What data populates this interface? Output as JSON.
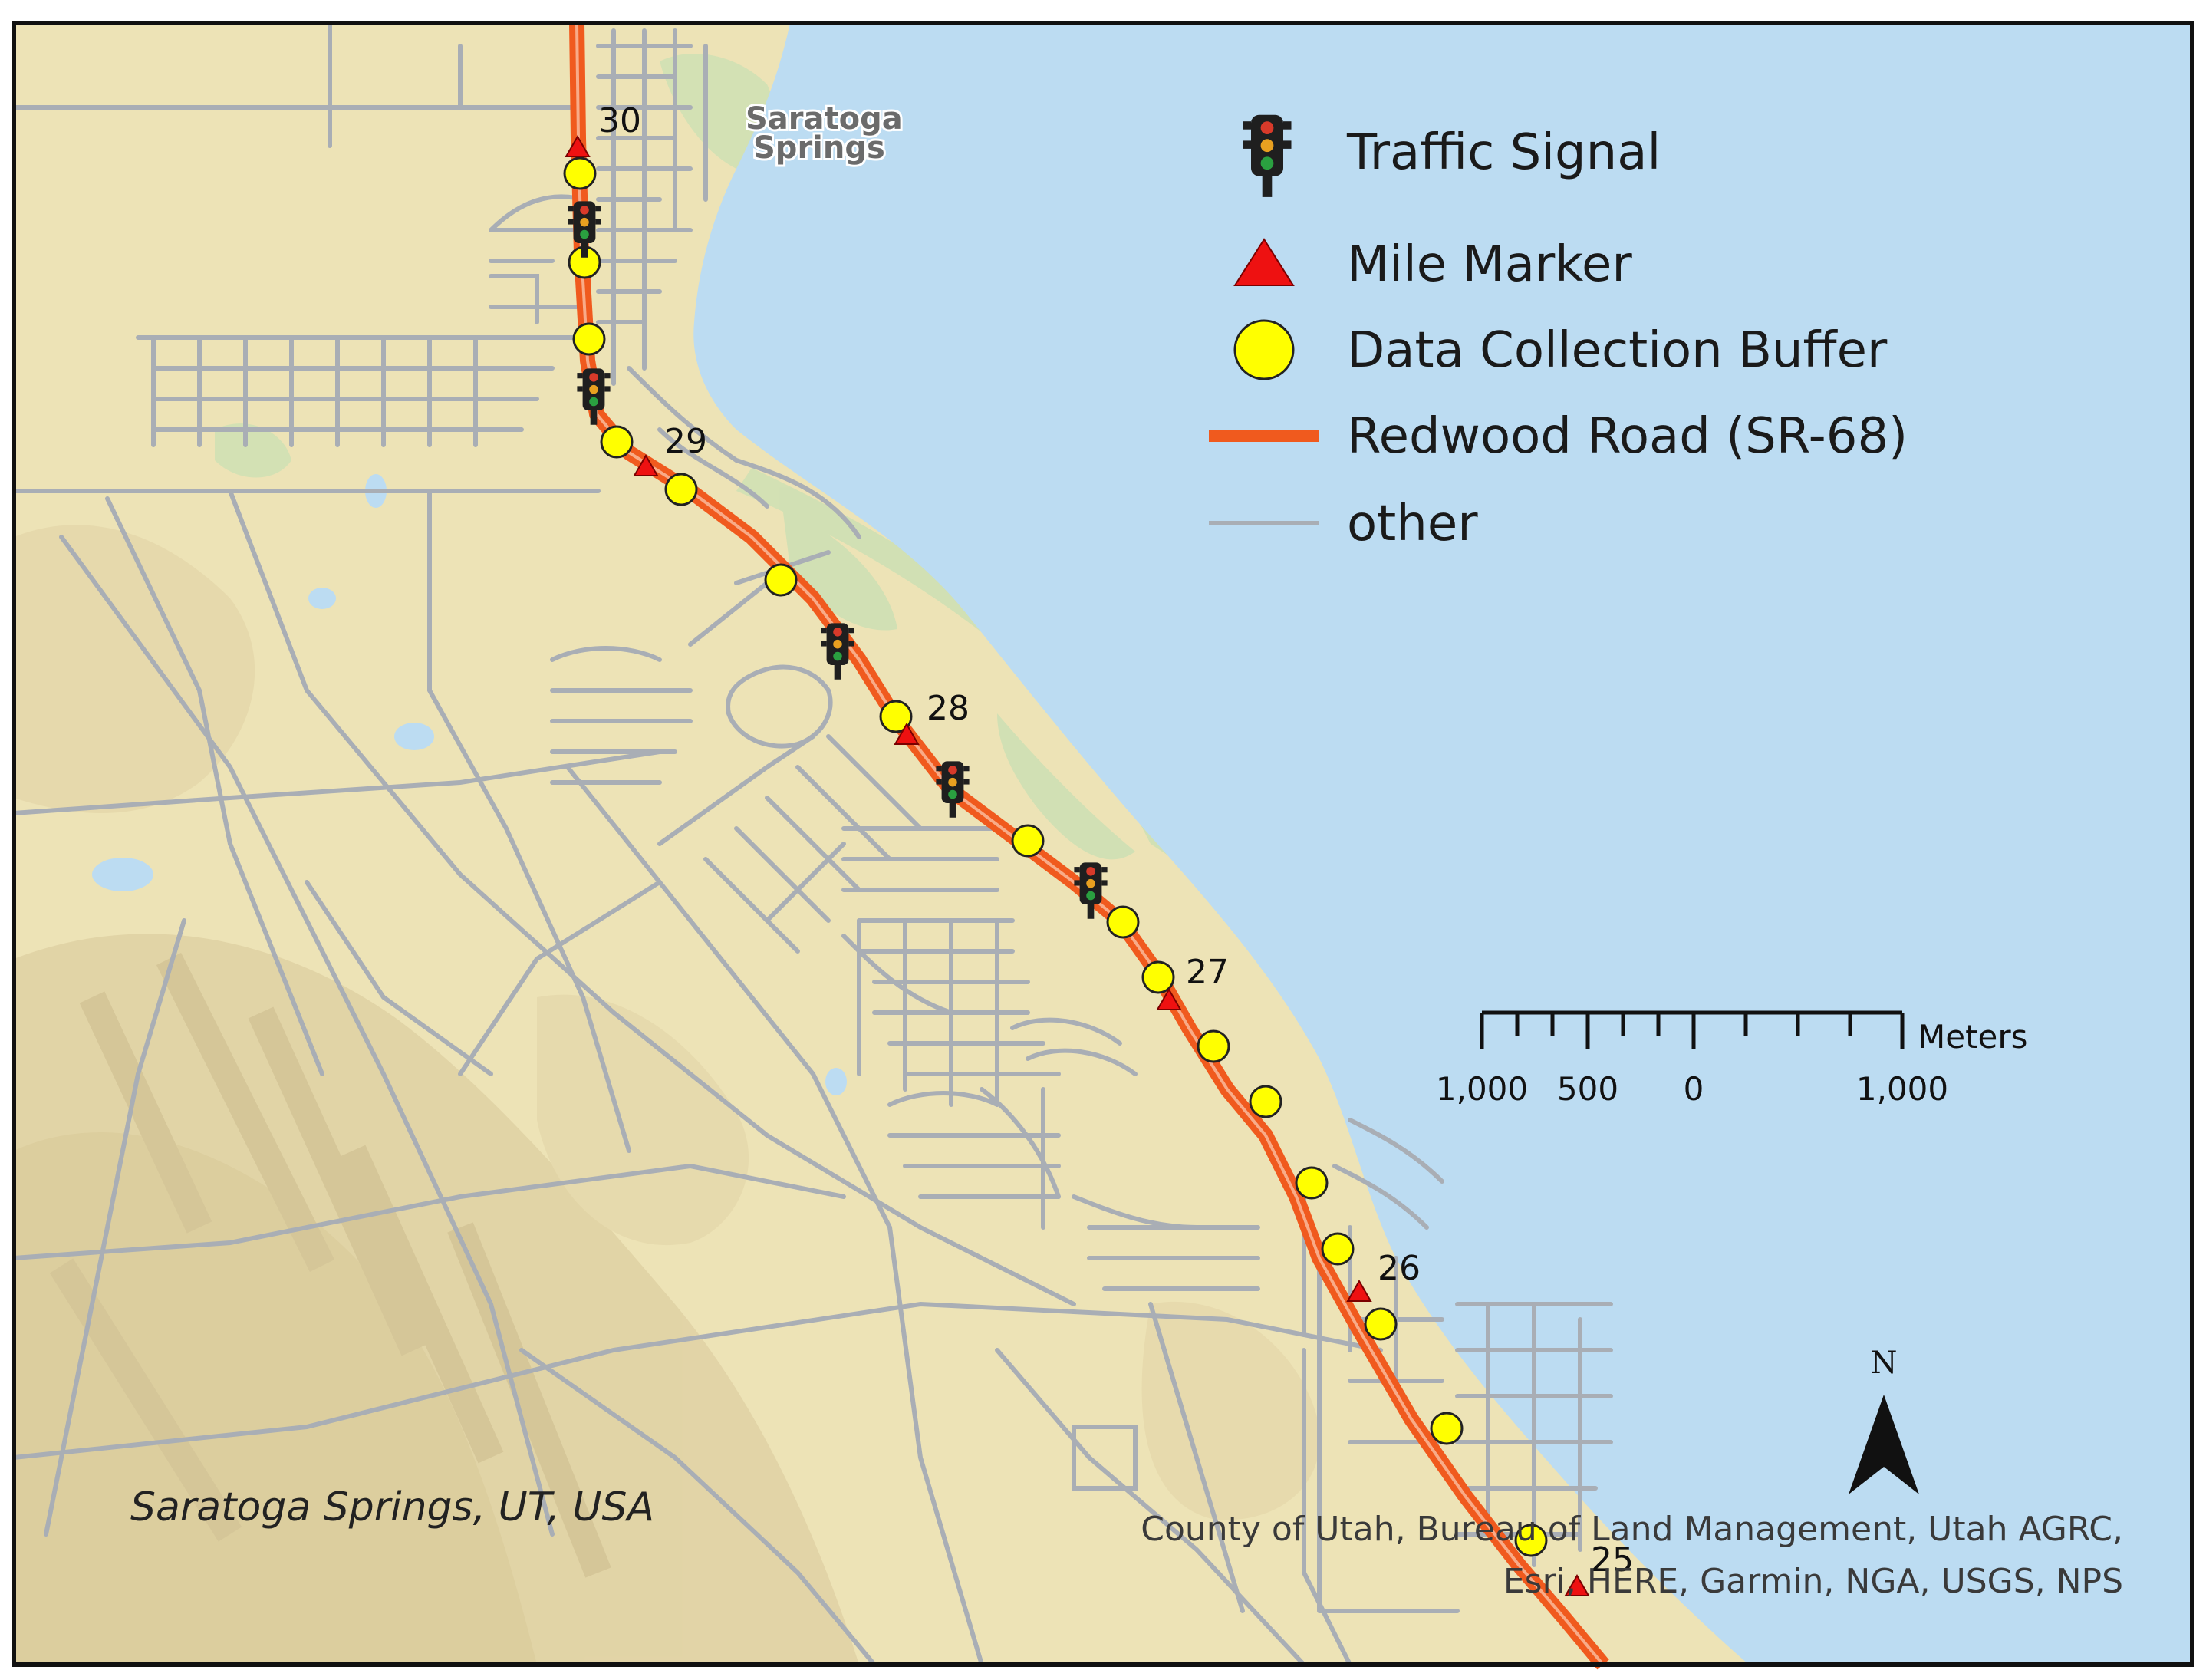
{
  "place_label": [
    "Saratoga",
    "Springs"
  ],
  "legend": {
    "traffic_signal": "Traffic Signal",
    "mile_marker": "Mile Marker",
    "data_collection_buffer": "Data Collection Buffer",
    "redwood_road": "Redwood Road (SR-68)",
    "other": "other"
  },
  "mile_markers": [
    "30",
    "29",
    "28",
    "27",
    "26",
    "25"
  ],
  "scale_bar": {
    "unit": "Meters",
    "labels": [
      "1,000",
      "500",
      "0",
      "1,000"
    ]
  },
  "north_arrow": {
    "label": "N"
  },
  "location_label": "Saratoga Springs, UT, USA",
  "attribution": [
    "County of Utah, Bureau of Land Management, Utah AGRC,",
    "Esri, HERE, Garmin, NGA, USGS, NPS"
  ],
  "colors": {
    "land": "#ede3b6",
    "water": "#bcdcf2",
    "park": "#cfe0b4",
    "roads_other": "#a9aeb5",
    "redwood_road": "#f05a1e",
    "buffer": "#ffff00",
    "mile_marker": "#ee1111",
    "signal_body": "#1f1f1f"
  },
  "icons": {
    "traffic_signal": "traffic-light-icon",
    "mile_marker": "red-triangle-icon",
    "buffer": "yellow-circle-icon",
    "north": "north-arrow-icon"
  }
}
